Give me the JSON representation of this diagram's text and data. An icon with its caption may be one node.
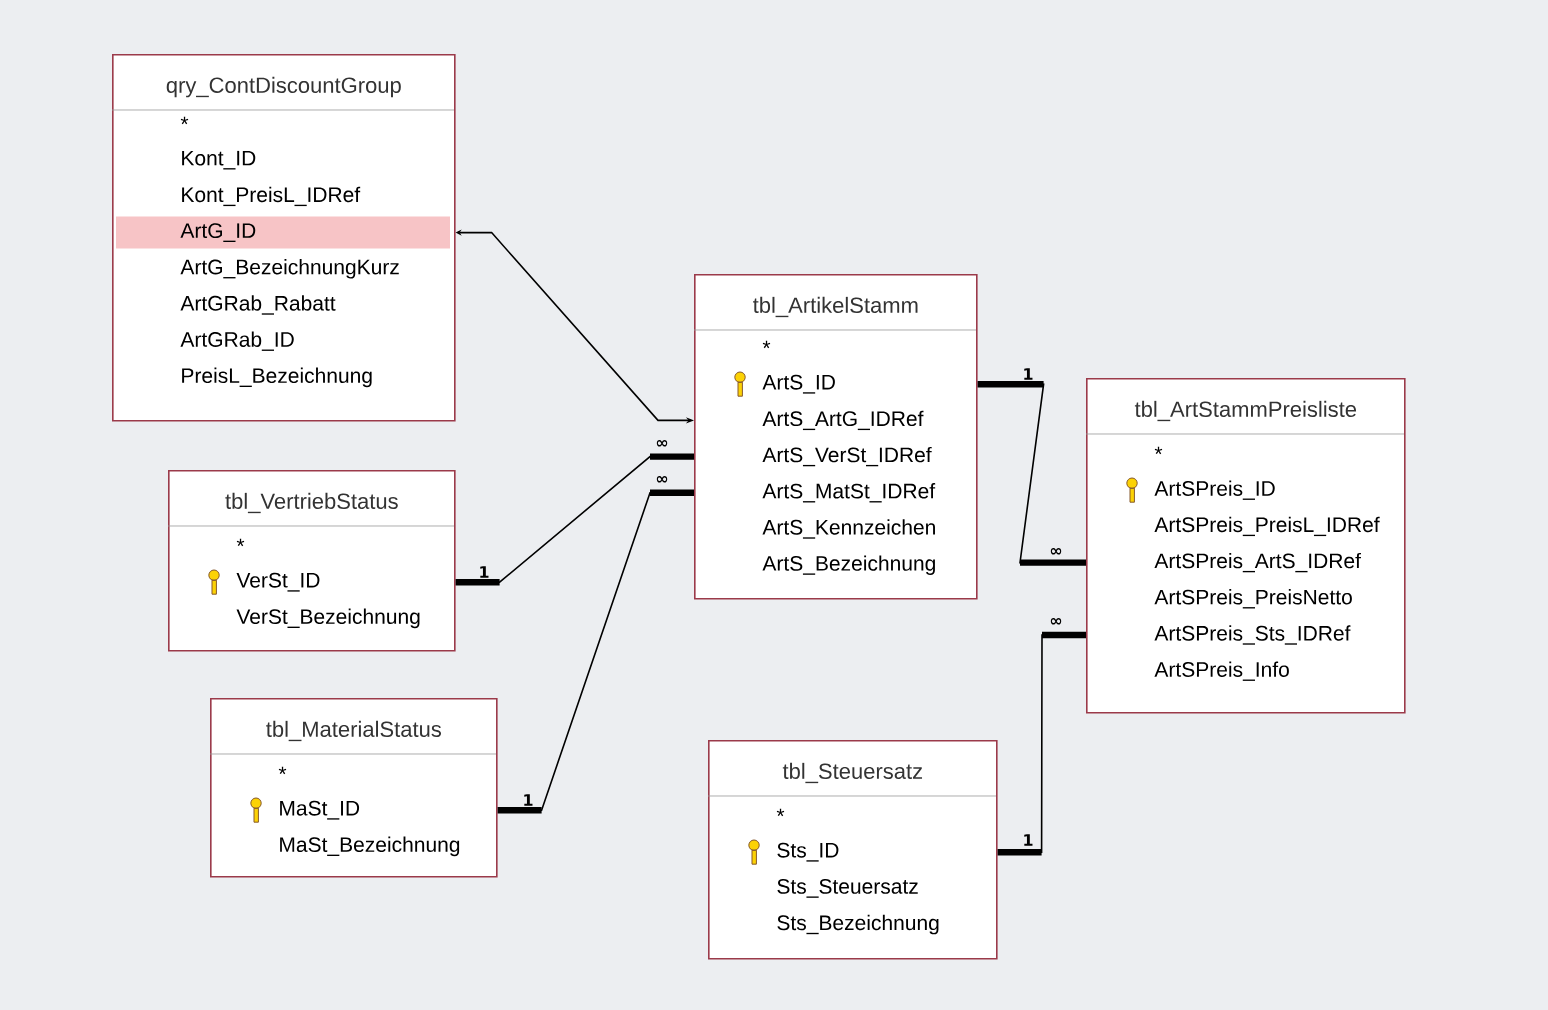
{
  "diagram": {
    "nodes": [
      {
        "text": [
          "qry_ContDiscountGroup"
        ]
      },
      {
        "text": [
          "*"
        ],
        "in": 0
      },
      {
        "text": [
          "Kont_ID"
        ],
        "in": 0
      },
      {
        "text": [
          "Kont_PreisL_IDRef"
        ],
        "in": 0
      },
      {
        "text": [
          "ArtG_ID"
        ],
        "in": 0
      },
      {
        "text": [
          "ArtG_BezeichnungKurz"
        ],
        "in": 0
      },
      {
        "text": [
          "ArtGRab_Rabatt"
        ],
        "in": 0
      },
      {
        "text": [
          "ArtGRab_ID"
        ],
        "in": 0
      },
      {
        "text": [
          "PreisL_Bezeichnung"
        ],
        "in": 0
      },
      {
        "text": [
          "tbl_ArtikelStamm"
        ]
      },
      {
        "text": [
          "*"
        ],
        "in": 9
      },
      {
        "text": [
          "ArtS_ID"
        ],
        "in": 9
      },
      {
        "text": [
          "ArtS_ArtG_IDRef"
        ],
        "in": 9
      },
      {
        "text": [
          "ArtS_VerSt_IDRef"
        ],
        "in": 9
      },
      {
        "text": [
          "ArtS_MatSt_IDRef"
        ],
        "in": 9
      },
      {
        "text": [
          "ArtS_Kennzeichen"
        ],
        "in": 9
      },
      {
        "text": [
          "ArtS_Bezeichnung"
        ],
        "in": 9
      },
      {
        "text": [
          "tbl_ArtStammPreisliste"
        ]
      },
      {
        "text": [
          "*"
        ],
        "in": 17
      },
      {
        "text": [
          "ArtSPreis_ID"
        ],
        "in": 17
      },
      {
        "text": [
          "ArtSPreis_PreisL_IDRef"
        ],
        "in": 17
      },
      {
        "text": [
          "ArtSPreis_ArtS_IDRef"
        ],
        "in": 17
      },
      {
        "text": [
          "ArtSPreis_PreisNetto"
        ],
        "in": 17
      },
      {
        "text": [
          "ArtSPreis_Sts_IDRef"
        ],
        "in": 17
      },
      {
        "text": [
          "ArtSPreis_Info"
        ],
        "in": 17
      },
      {
        "text": [
          "tbl_VertriebStatus"
        ]
      },
      {
        "text": [
          "*"
        ],
        "in": 25
      },
      {
        "text": [
          "VerSt_ID"
        ],
        "in": 25
      },
      {
        "text": [
          "VerSt_Bezeichnung"
        ],
        "in": 25
      },
      {
        "text": [
          "tbl_MaterialStatus"
        ]
      },
      {
        "text": [
          "*"
        ],
        "in": 29
      },
      {
        "text": [
          "MaSt_ID"
        ],
        "in": 29
      },
      {
        "text": [
          "MaSt_Bezeichnung"
        ],
        "in": 29
      },
      {
        "text": [
          "tbl_Steuersatz"
        ]
      },
      {
        "text": [
          "*"
        ],
        "in": 33
      },
      {
        "text": [
          "Sts_ID"
        ],
        "in": 33
      },
      {
        "text": [
          "Sts_Steuersatz"
        ],
        "in": 33
      },
      {
        "text": [
          "Sts_Bezeichnung"
        ],
        "in": 33
      }
    ],
    "edges": [
      {
        "from": 0,
        "to": 9,
        "arrow": "both"
      },
      {
        "from": 25,
        "to": 9,
        "arrow": "other"
      },
      {
        "from": 29,
        "to": 9,
        "arrow": "other"
      },
      {
        "from": 9,
        "to": 17,
        "arrow": "other"
      },
      {
        "from": 33,
        "to": 17,
        "arrow": "other"
      }
    ],
    "labels": [
      "1",
      "∞",
      "∞",
      "∞",
      "1",
      "∞",
      "1",
      "1"
    ]
  }
}
